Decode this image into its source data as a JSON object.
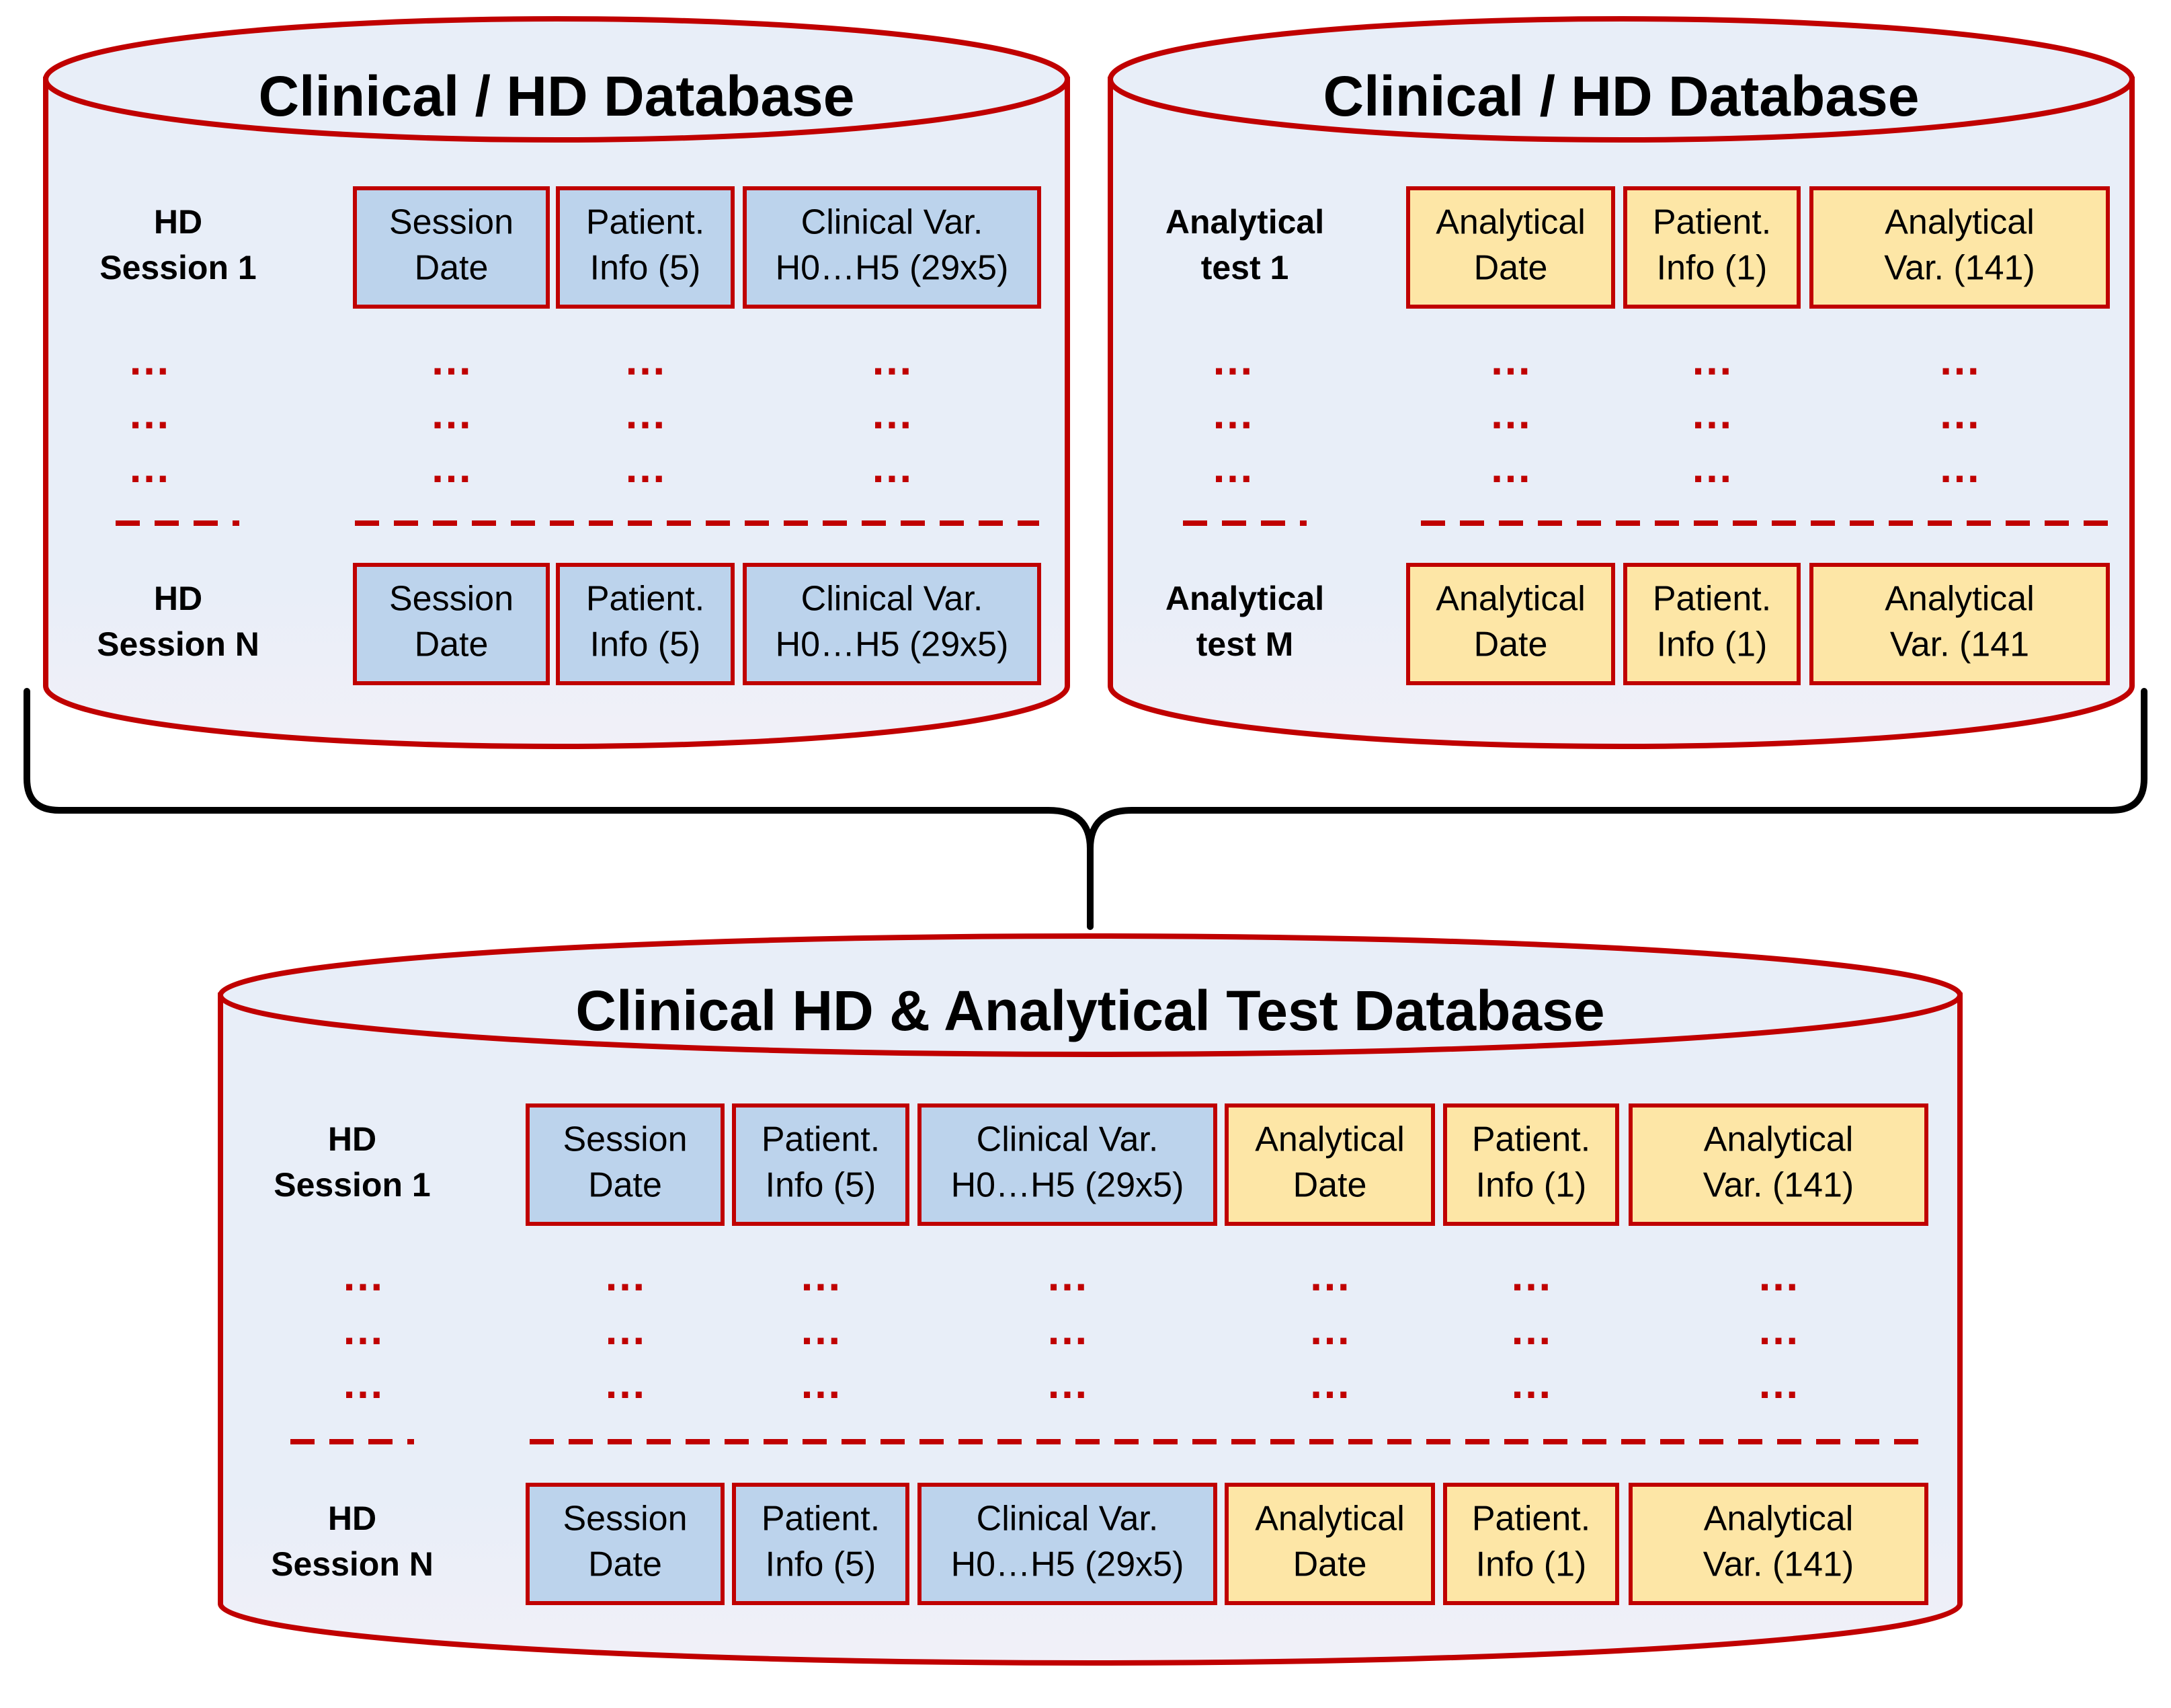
{
  "colors": {
    "cylinder_border": "#c00000",
    "cylinder_fill": "#e8eef8",
    "clinical_fill": "#bcd3ec",
    "analytical_fill": "#fde6a6",
    "cell_border": "#c00000",
    "separator": "#c00000",
    "brace": "#000000"
  },
  "databases": [
    {
      "id": "db-clinical-hd",
      "title": "Clinical / HD Database",
      "ellipsis": "…",
      "rows": [
        {
          "label_lines": [
            "HD",
            "Session 1"
          ],
          "cells": [
            {
              "kind": "clinical",
              "lines": [
                "Session",
                "Date"
              ]
            },
            {
              "kind": "clinical",
              "lines": [
                "Patient.",
                "Info (5)"
              ]
            },
            {
              "kind": "clinical",
              "lines": [
                "Clinical Var.",
                "H0…H5 (29x5)"
              ]
            }
          ]
        },
        {
          "label_lines": [
            "HD",
            "Session N"
          ],
          "cells": [
            {
              "kind": "clinical",
              "lines": [
                "Session",
                "Date"
              ]
            },
            {
              "kind": "clinical",
              "lines": [
                "Patient.",
                "Info (5)"
              ]
            },
            {
              "kind": "clinical",
              "lines": [
                "Clinical Var.",
                "H0…H5 (29x5)"
              ]
            }
          ]
        }
      ]
    },
    {
      "id": "db-analytical",
      "title": "Clinical / HD Database",
      "ellipsis": "…",
      "rows": [
        {
          "label_lines": [
            "Analytical",
            "test 1"
          ],
          "cells": [
            {
              "kind": "analytical",
              "lines": [
                "Analytical",
                "Date"
              ]
            },
            {
              "kind": "analytical",
              "lines": [
                "Patient.",
                "Info (1)"
              ]
            },
            {
              "kind": "analytical",
              "lines": [
                "Analytical",
                "Var. (141)"
              ]
            }
          ]
        },
        {
          "label_lines": [
            "Analytical",
            "test M"
          ],
          "cells": [
            {
              "kind": "analytical",
              "lines": [
                "Analytical",
                "Date"
              ]
            },
            {
              "kind": "analytical",
              "lines": [
                "Patient.",
                "Info (1)"
              ]
            },
            {
              "kind": "analytical",
              "lines": [
                "Analytical",
                "Var. (141"
              ]
            }
          ]
        }
      ]
    },
    {
      "id": "db-combined",
      "title": "Clinical  HD & Analytical Test Database",
      "ellipsis": "…",
      "rows": [
        {
          "label_lines": [
            "HD",
            "Session 1"
          ],
          "cells": [
            {
              "kind": "clinical",
              "lines": [
                "Session",
                "Date"
              ]
            },
            {
              "kind": "clinical",
              "lines": [
                "Patient.",
                "Info (5)"
              ]
            },
            {
              "kind": "clinical",
              "lines": [
                "Clinical Var.",
                "H0…H5 (29x5)"
              ]
            },
            {
              "kind": "analytical",
              "lines": [
                "Analytical",
                "Date"
              ]
            },
            {
              "kind": "analytical",
              "lines": [
                "Patient.",
                "Info (1)"
              ]
            },
            {
              "kind": "analytical",
              "lines": [
                "Analytical",
                "Var. (141)"
              ]
            }
          ]
        },
        {
          "label_lines": [
            "HD",
            "Session N"
          ],
          "cells": [
            {
              "kind": "clinical",
              "lines": [
                "Session",
                "Date"
              ]
            },
            {
              "kind": "clinical",
              "lines": [
                "Patient.",
                "Info (5)"
              ]
            },
            {
              "kind": "clinical",
              "lines": [
                "Clinical Var.",
                "H0…H5 (29x5)"
              ]
            },
            {
              "kind": "analytical",
              "lines": [
                "Analytical",
                "Date"
              ]
            },
            {
              "kind": "analytical",
              "lines": [
                "Patient.",
                "Info (1)"
              ]
            },
            {
              "kind": "analytical",
              "lines": [
                "Analytical",
                "Var. (141)"
              ]
            }
          ]
        }
      ]
    }
  ]
}
